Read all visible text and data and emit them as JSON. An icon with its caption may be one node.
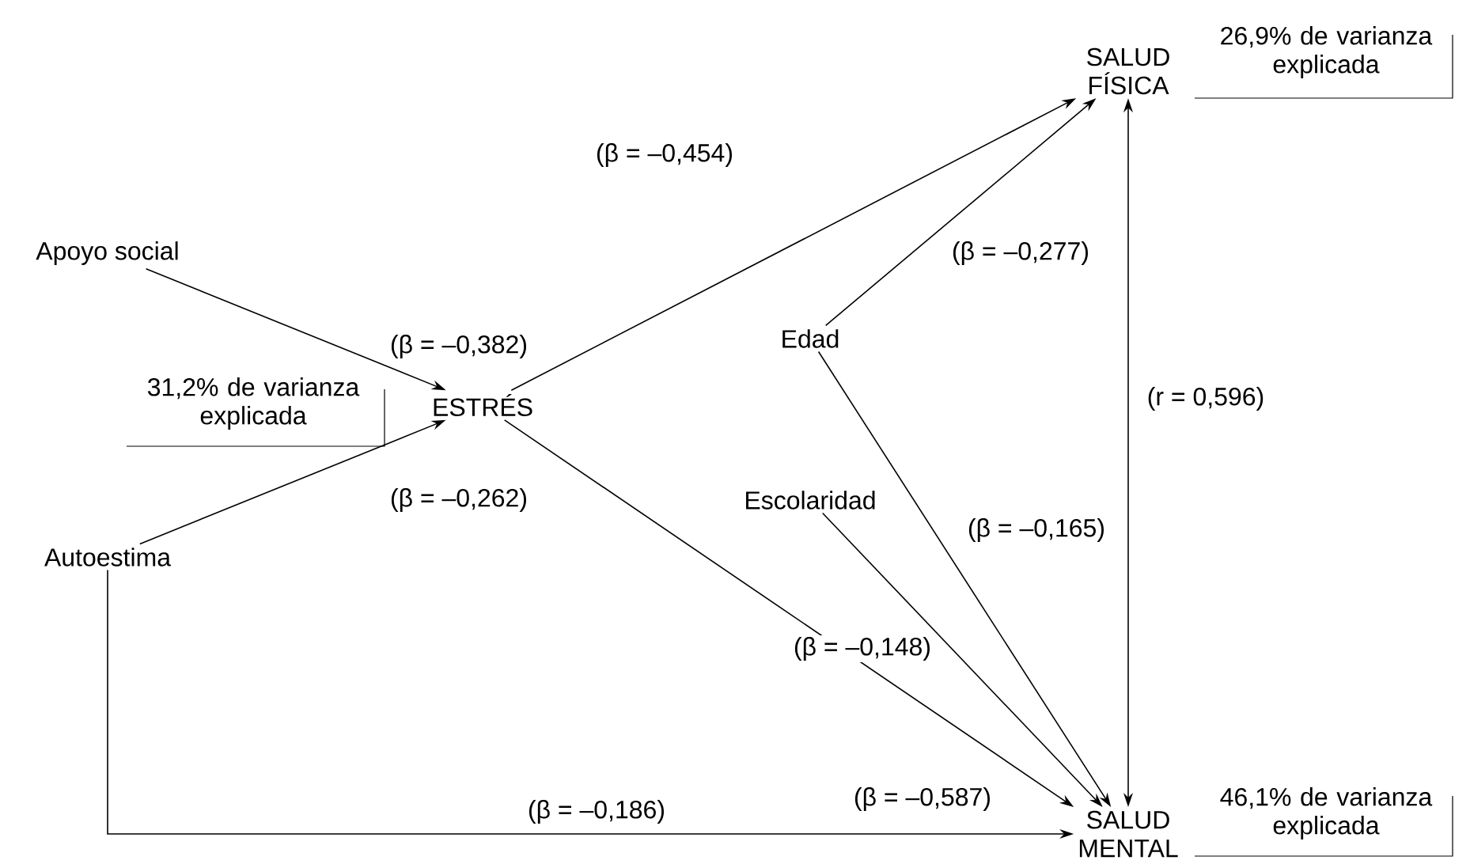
{
  "diagram": {
    "nodes": [
      {
        "text": [
          "Apoyo social"
        ]
      },
      {
        "text": [
          "ESTRÉS"
        ],
        "beside": [
          "31,2% de varianza explicada"
        ]
      },
      {
        "text": [
          "Autoestima"
        ]
      },
      {
        "text": [
          "Edad"
        ]
      },
      {
        "text": [
          "Escolaridad"
        ]
      },
      {
        "text": [
          "SALUD FÍSICA"
        ],
        "beside": [
          "26,9% de varianza explicada"
        ]
      },
      {
        "text": [
          "SALUD MENTAL"
        ],
        "beside": [
          "46,1% de varianza explicada"
        ]
      }
    ],
    "edges": [
      {
        "from": 0,
        "to": 1,
        "arrow": "to",
        "label": "(β = –0,382)"
      },
      {
        "from": 2,
        "to": 1,
        "arrow": "to",
        "label": "(β = –0,262)"
      },
      {
        "from": 1,
        "to": 5,
        "arrow": "to",
        "label": "(β = –0,454)"
      },
      {
        "from": 3,
        "to": 5,
        "arrow": "to",
        "label": "(β = –0,277)"
      },
      {
        "from": 3,
        "to": 6,
        "arrow": "to",
        "label": "(β = –0,165)"
      },
      {
        "from": 1,
        "to": 6,
        "arrow": "to",
        "label": "(β = –0,587)"
      },
      {
        "from": 4,
        "to": 6,
        "arrow": "to",
        "label": "(β = –0,148)"
      },
      {
        "from": 2,
        "to": 6,
        "arrow": "to",
        "label": "(β = –0,186)"
      },
      {
        "from": 5,
        "to": 6,
        "arrow": "both",
        "label": "(r = 0,596)"
      }
    ]
  }
}
